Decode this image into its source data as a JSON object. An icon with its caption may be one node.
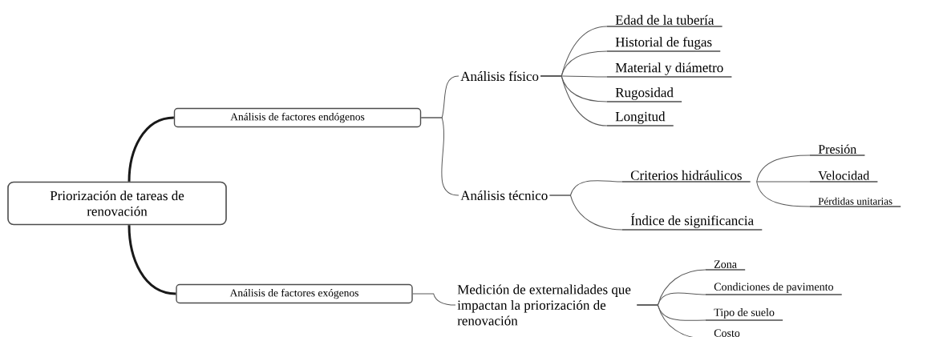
{
  "diagram": {
    "nodes": [
      {
        "text": [
          "Priorización de tareas de renovación"
        ]
      },
      {
        "text": [
          "Análisis de factores endógenos"
        ]
      },
      {
        "text": [
          "Análisis de factores exógenos"
        ]
      },
      {
        "text": [
          "Análisis físico"
        ]
      },
      {
        "text": [
          "Edad de la tubería"
        ]
      },
      {
        "text": [
          "Historial de fugas"
        ]
      },
      {
        "text": [
          "Material y diámetro"
        ]
      },
      {
        "text": [
          "Rugosidad"
        ]
      },
      {
        "text": [
          "Longitud"
        ]
      },
      {
        "text": [
          "Análisis técnico"
        ]
      },
      {
        "text": [
          "Criterios hidráulicos"
        ]
      },
      {
        "text": [
          "Presión"
        ]
      },
      {
        "text": [
          "Velocidad"
        ]
      },
      {
        "text": [
          "Pérdidas unitarias"
        ]
      },
      {
        "text": [
          "Índice de significancia"
        ]
      },
      {
        "text": [
          "Medición de externalidades que impactan la priorización de renovación"
        ]
      },
      {
        "text": [
          "Zona"
        ]
      },
      {
        "text": [
          "Condiciones de pavimento"
        ]
      },
      {
        "text": [
          "Tipo de suelo"
        ]
      },
      {
        "text": [
          "Costo"
        ]
      }
    ],
    "edges": [
      {
        "from": 0,
        "to": 1,
        "arrow": "none",
        "style": "thick"
      },
      {
        "from": 0,
        "to": 2,
        "arrow": "none",
        "style": "thick"
      },
      {
        "from": 1,
        "to": 3,
        "arrow": "none"
      },
      {
        "from": 1,
        "to": 9,
        "arrow": "none"
      },
      {
        "from": 3,
        "to": 4,
        "arrow": "none"
      },
      {
        "from": 3,
        "to": 5,
        "arrow": "none"
      },
      {
        "from": 3,
        "to": 6,
        "arrow": "none"
      },
      {
        "from": 3,
        "to": 7,
        "arrow": "none"
      },
      {
        "from": 3,
        "to": 8,
        "arrow": "none"
      },
      {
        "from": 9,
        "to": 10,
        "arrow": "none"
      },
      {
        "from": 9,
        "to": 14,
        "arrow": "none"
      },
      {
        "from": 10,
        "to": 11,
        "arrow": "none"
      },
      {
        "from": 10,
        "to": 12,
        "arrow": "none"
      },
      {
        "from": 10,
        "to": 13,
        "arrow": "none"
      },
      {
        "from": 2,
        "to": 15,
        "arrow": "none"
      },
      {
        "from": 15,
        "to": 16,
        "arrow": "none"
      },
      {
        "from": 15,
        "to": 17,
        "arrow": "none"
      },
      {
        "from": 15,
        "to": 18,
        "arrow": "none"
      },
      {
        "from": 15,
        "to": 19,
        "arrow": "none"
      }
    ]
  }
}
